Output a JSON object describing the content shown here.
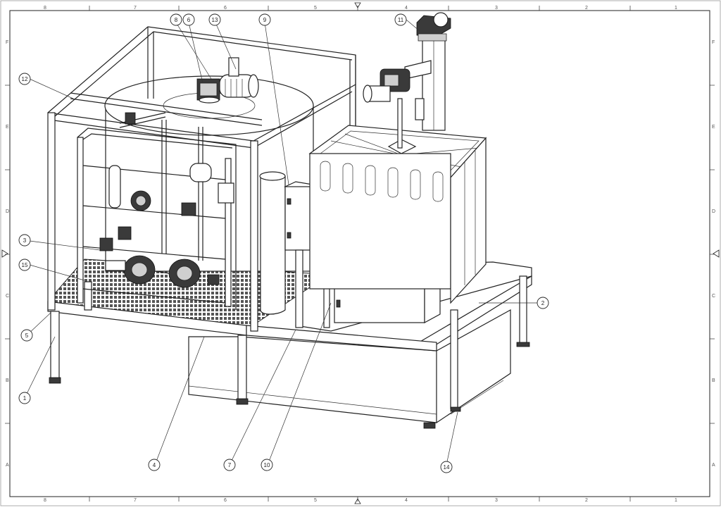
{
  "drawing": {
    "zones_top": [
      "8",
      "7",
      "6",
      "5",
      "4",
      "3",
      "2",
      "1"
    ],
    "zones_bottom": [
      "8",
      "7",
      "6",
      "5",
      "4",
      "3",
      "2",
      "1"
    ],
    "zones_left": [
      "F",
      "E",
      "D",
      "C",
      "B",
      "A"
    ],
    "zones_right": [
      "F",
      "E",
      "D",
      "C",
      "B",
      "A"
    ]
  },
  "balloons": [
    "1",
    "2",
    "3",
    "4",
    "5",
    "6",
    "7",
    "8",
    "9",
    "10",
    "11",
    "12",
    "13",
    "14",
    "15"
  ],
  "colors": {
    "line": "#222222",
    "paper": "#ffffff",
    "motor": "#3a3a3a"
  }
}
